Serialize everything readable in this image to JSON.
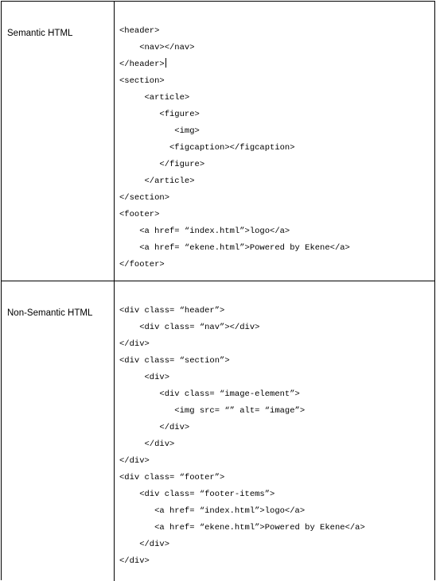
{
  "rows": [
    {
      "label": "Semantic HTML",
      "code_lines": [
        "<header>",
        "    <nav></nav>",
        "</header>",
        "<section>",
        "     <article>",
        "        <figure>",
        "           <img>",
        "          <figcaption></figcaption>",
        "        </figure>",
        "     </article>",
        "</section>",
        "<footer>",
        "    <a href= “index.html”>logo</a>",
        "    <a href= “ekene.html”>Powered by Ekene</a>",
        "</footer>"
      ]
    },
    {
      "label": "Non-Semantic HTML",
      "code_lines": [
        "<div class= “header”>",
        "    <div class= “nav”></div>",
        "</div>",
        "<div class= “section”>",
        "     <div>",
        "        <div class= “image-element”>",
        "           <img src= “” alt= “image”>",
        "        </div>",
        "     </div>",
        "</div>",
        "<div class= “footer”>",
        "    <div class= “footer-items”>",
        "       <a href= “index.html”>logo</a>",
        "       <a href= “ekene.html”>Powered by Ekene</a>",
        "    </div>",
        "</div>"
      ]
    }
  ]
}
